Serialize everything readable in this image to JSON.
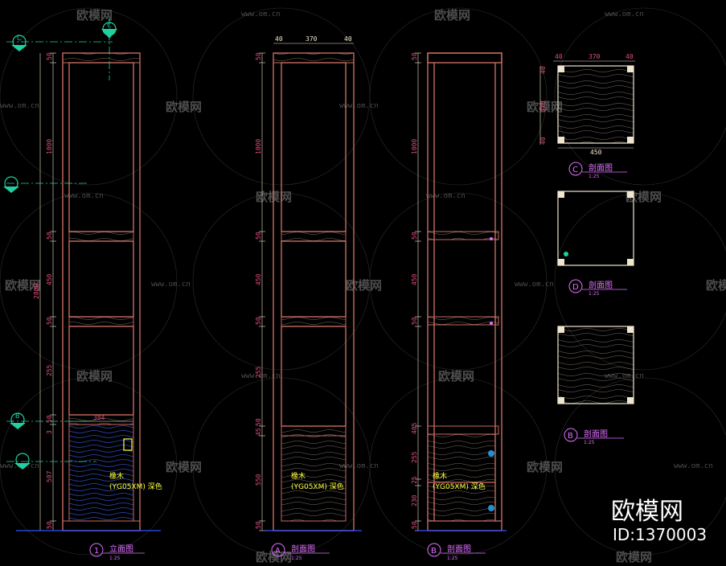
{
  "watermark": {
    "brand": "欧模网",
    "url": "www.om.cn"
  },
  "brand_badge": {
    "name": "欧模网",
    "id": "ID:1370003"
  },
  "colors": {
    "frame": "#c86a60",
    "dim": "#e0507a",
    "note": "#ffff40",
    "marker": "#20d0a0",
    "title": "#e070ff",
    "fill": "#d8c8bc"
  },
  "view1": {
    "top_width": "384",
    "total_height": "2800",
    "dims": [
      "50",
      "1000",
      "50",
      "450",
      "50",
      "255",
      "50",
      "3",
      "507",
      "50"
    ],
    "note_line1": "橡木",
    "note_line2": "(YG05XM) 深色",
    "title": "立面图",
    "title_num": "1",
    "scale": "1:25",
    "marker_c": "C",
    "marker_b": "B"
  },
  "view2": {
    "top_dims": [
      "40",
      "370",
      "40"
    ],
    "dims": [
      "50",
      "1000",
      "50",
      "450",
      "50",
      "255",
      "50",
      "45",
      "550",
      "50"
    ],
    "note_line1": "橡木",
    "note_line2": "(YG05XM) 深色",
    "title": "剖面图",
    "title_num": "A",
    "scale": "1:25"
  },
  "view3": {
    "dims": [
      "50",
      "1000",
      "50",
      "450",
      "50",
      "405",
      "255",
      "25",
      "230",
      "50"
    ],
    "note_line1": "橡木",
    "note_line2": "(YG05XM) 深色",
    "title": "剖面图",
    "title_num": "B",
    "scale": "1:25"
  },
  "section_c": {
    "top_dims": [
      "40",
      "370",
      "40"
    ],
    "side_dims": [
      "40",
      "370",
      "40"
    ],
    "bottom_dim": "450",
    "title": "剖面图",
    "title_num": "C",
    "scale": "1:25"
  },
  "section_d": {
    "title": "剖面图",
    "title_num": "D",
    "scale": "1:25"
  },
  "section_b2": {
    "title": "剖面图",
    "title_num": "B",
    "scale": "1:25"
  }
}
